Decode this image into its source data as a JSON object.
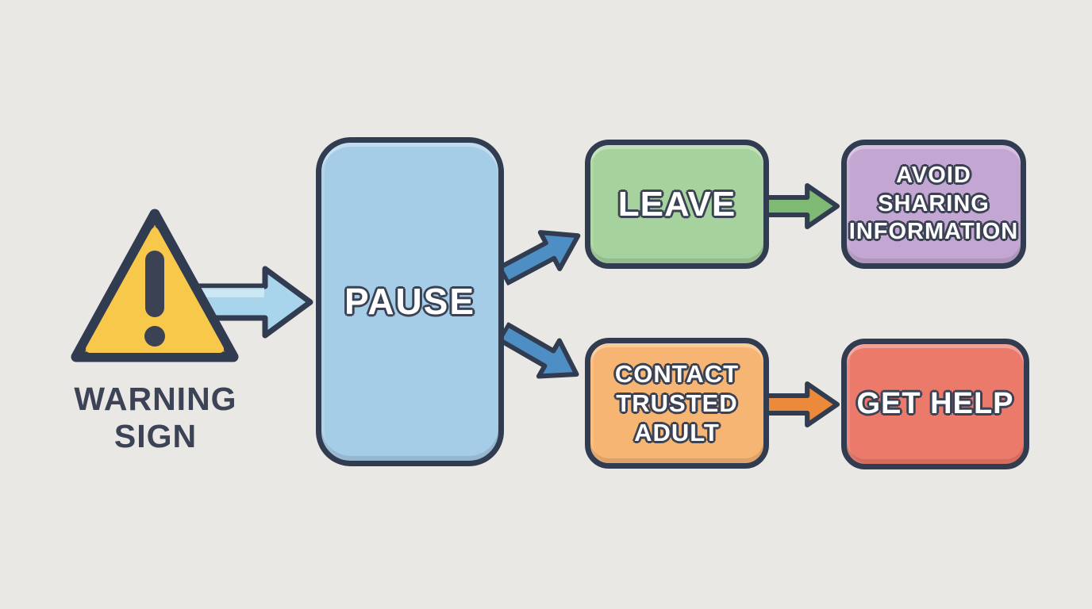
{
  "canvas": {
    "background": "#e9e8e5"
  },
  "colors": {
    "outline": "#313c50",
    "label_text": "#3d4356",
    "node_text": "#ffffff",
    "text_outline": "#3a4254",
    "triangle_fill": "#f8c84b",
    "triangle_rim": "#eca63e",
    "triangle_glyph": "#3a4254",
    "arrow_start_fill": "#a9d5ec",
    "arrow_start_highlight": "#d3ecf8",
    "arrow_branch_fill": "#4d8fc4",
    "arrow_leave_fill": "#7eba74",
    "arrow_contact_fill": "#ec8a3c",
    "pause_fill": "#a6cde8",
    "leave_fill": "#a5d29d",
    "avoid_fill": "#c3a6d2",
    "contact_fill": "#f7b573",
    "get_help_fill": "#ec7a6b"
  },
  "warning": {
    "icon": "warning-triangle",
    "label": "WARNING\nSIGN"
  },
  "nodes": {
    "pause": {
      "label": "PAUSE"
    },
    "leave": {
      "label": "LEAVE"
    },
    "avoid": {
      "label": "AVOID\nSHARING\nINFORMATION"
    },
    "contact": {
      "label": "CONTACT\nTRUSTED\nADULT"
    },
    "get_help": {
      "label": "GET HELP"
    }
  },
  "arrows": [
    {
      "name": "warning-to-pause",
      "from": "warning-sign",
      "to": "pause",
      "direction": "right"
    },
    {
      "name": "pause-to-leave",
      "from": "pause",
      "to": "leave",
      "direction": "up-right"
    },
    {
      "name": "pause-to-contact",
      "from": "pause",
      "to": "contact",
      "direction": "down-right"
    },
    {
      "name": "leave-to-avoid",
      "from": "leave",
      "to": "avoid",
      "direction": "right"
    },
    {
      "name": "contact-to-get-help",
      "from": "contact",
      "to": "get_help",
      "direction": "right"
    }
  ]
}
